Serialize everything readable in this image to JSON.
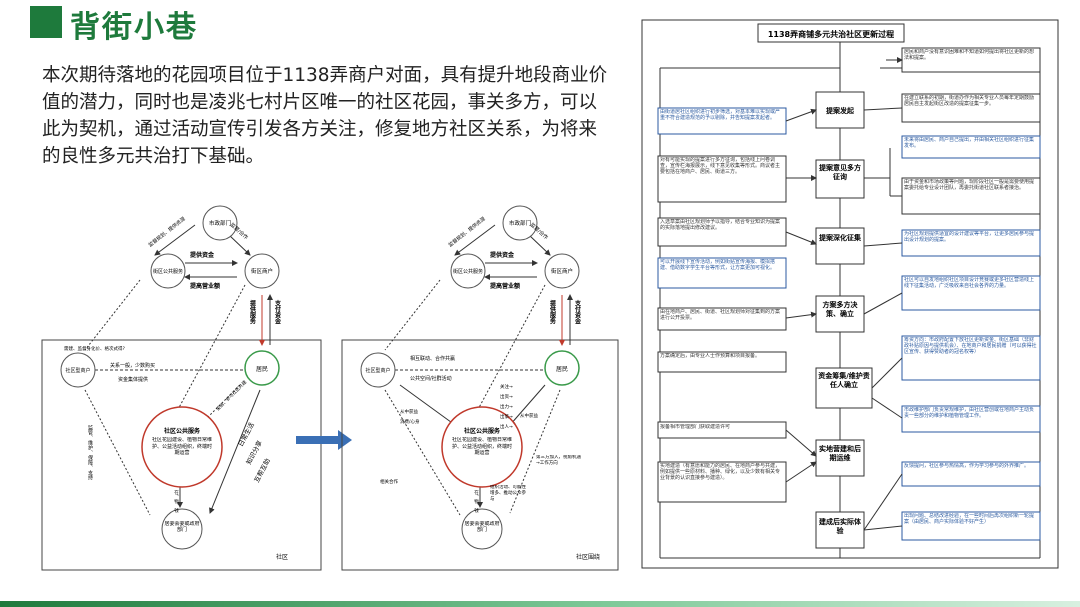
{
  "header": {
    "title": "背街小巷"
  },
  "intro": "本次期待落地的花园项目位于1138弄商户对面，具有提升地段商业价值的潜力，同时也是凌兆七村片区唯一的社区花园，事关多方，可以此为契机，通过活动宣传引发各方关注，修复地方社区关系，为将来的良性多元共治打下基础。",
  "diagram_left": {
    "caption": "社区",
    "nodes": {
      "top": "市政部门",
      "upper_left": "街区公共服务",
      "upper_right": "街区商户",
      "mid_left": "社区型商户",
      "mid_right": "居民",
      "bottom": "居委会委或政府部门",
      "center_title": "社区公共服务",
      "center_body": "社区花园建设、植物日常维护、公益活动组织，终端时期运营"
    },
    "labels": {
      "provide_funds": "提供资金",
      "provide_business": "提高营业额",
      "provide_service": "提供服务",
      "pay_funds": "支付资金",
      "top_left_arrow": "监督规划、提供资源",
      "top_right_arrow": "监督/合作",
      "left_question": "需建、监督身化价、格次式得?",
      "left_relation": "关系一般，少数购买",
      "left_resource": "资金集体提供",
      "daily": "日常生活",
      "self_knowledge": "知识分享",
      "mutual_help": "互帮互助",
      "resident_action": "采纳、参与社区共建",
      "center_to_bottom": "在、物、钱",
      "left_vertical": "监管、维护、保障、支持"
    }
  },
  "diagram_right": {
    "caption": "社区围绕",
    "nodes": {
      "top": "市政部门",
      "upper_left": "街区公共服务",
      "upper_right": "街区商户",
      "mid_left": "社区型商户",
      "mid_right": "居民",
      "bottom": "居委会委或政府部门",
      "center_title": "社区公共服务",
      "center_body": "社区花园建设、植物日常维护、公益活动组织，终端时期运营"
    },
    "labels": {
      "provide_funds": "提供资金",
      "provide_business": "提高营业额",
      "provide_service": "提供服务",
      "pay_funds": "支付资金",
      "top_left_arrow": "监督规划、提供资源",
      "top_right_arrow": "监督/合作",
      "mutual": "相互联动、合作共赢",
      "public_space": "公共空间/社群活动",
      "care_list": [
        "关注→",
        "出资→",
        "出力→",
        "出策→",
        "出人→"
      ],
      "left_list": [
        "从中获益",
        "消费/心身"
      ],
      "right_list": "从中获益",
      "bottom_left": "相关合作",
      "bottom_mid": "组织活动、可能性增多、推动公众参与",
      "bottom_right": "第三方加入，视角机遇→工作方向",
      "center_to_bottom": "在、物、钱"
    }
  },
  "flow": {
    "title": "1138弄商铺多元共治社区更新过程",
    "steps": [
      "提案发起",
      "提案意见多方征询",
      "提案深化征集",
      "方案多方决策、确立",
      "资金筹集/维护责任人确立",
      "实地营建和后期运维",
      "建成后实际体验"
    ],
    "left_boxes": [
      "由街道居社区组织进行初步筛选，对基本难以实现或严重不符合建造规范的予以剔除，并告知提案发起者。",
      "对有可能实现的提案进行多方征询，包括线上问卷调查，宣传栏海报展示，线下意见收集等形式。商议者主要包括在地商户、居民、街道三方。",
      "入选草案由社区规划师予以指导，结合专业知识为提案的实际落地提出修改建议。",
      "可以开展线下宣传活动，例如街贴宣传海报、模拟搭建、借助数字学生平台等形式，让方案更加可视化。",
      "由在地商户、居民、街道、社区规划师对征集到的方案进行公开投票。",
      "方案确定后，由专业人士作预算和项目报备。",
      "报备相市管理部门获取建造许可",
      "实地建造（有意愿和能力的居民、在地商户参与共建，例如提供一些原材料、播种、绿化，以及少数有相关专业背景的认识直接参与建造）。"
    ],
    "right_boxes": [
      "居民和商户没有意识困难和不知道如何提出将社区更新的想法和提案。",
      "在建立联系的初期，街道办作为相关专业人员每年定期鼓励居民自主发起街区改造的提案征集一步。",
      "未来将由居民、商户自己提出，并由相关社区组织进行征集发布。",
      "由于资金和市场政策等问题，现阶段社区一般是需要使用提案委托给专业设计团队，再委托街道社区联系者接治。",
      "为社区规划提供适宜的设计建议等平台，让更多居民参与提出设计规划的提案。",
      "社区可以自发地组织社区项目设计竞赛或更多社区营造线上线下征集活动，广泛吸收来自社会各界的力量。",
      "筹资方向：市政府配置下放社区更新资金、街区基础（非财政补贴原因与提供机会）、在地商户和居民捐赠（可以获得社区宣传、获得赞助者的冠名权等）",
      "市政维护部门负责常规维护，由社区营创或在地商户主动负责一些部分的维护和植物管理工作。",
      "反馈提问，社区参与热情高，作为学习参与的外界推广。",
      "出现问题、总结改进经验，在一些时间后再次组织新一轮提案（由居民、商户实际体验不好产生）"
    ]
  }
}
